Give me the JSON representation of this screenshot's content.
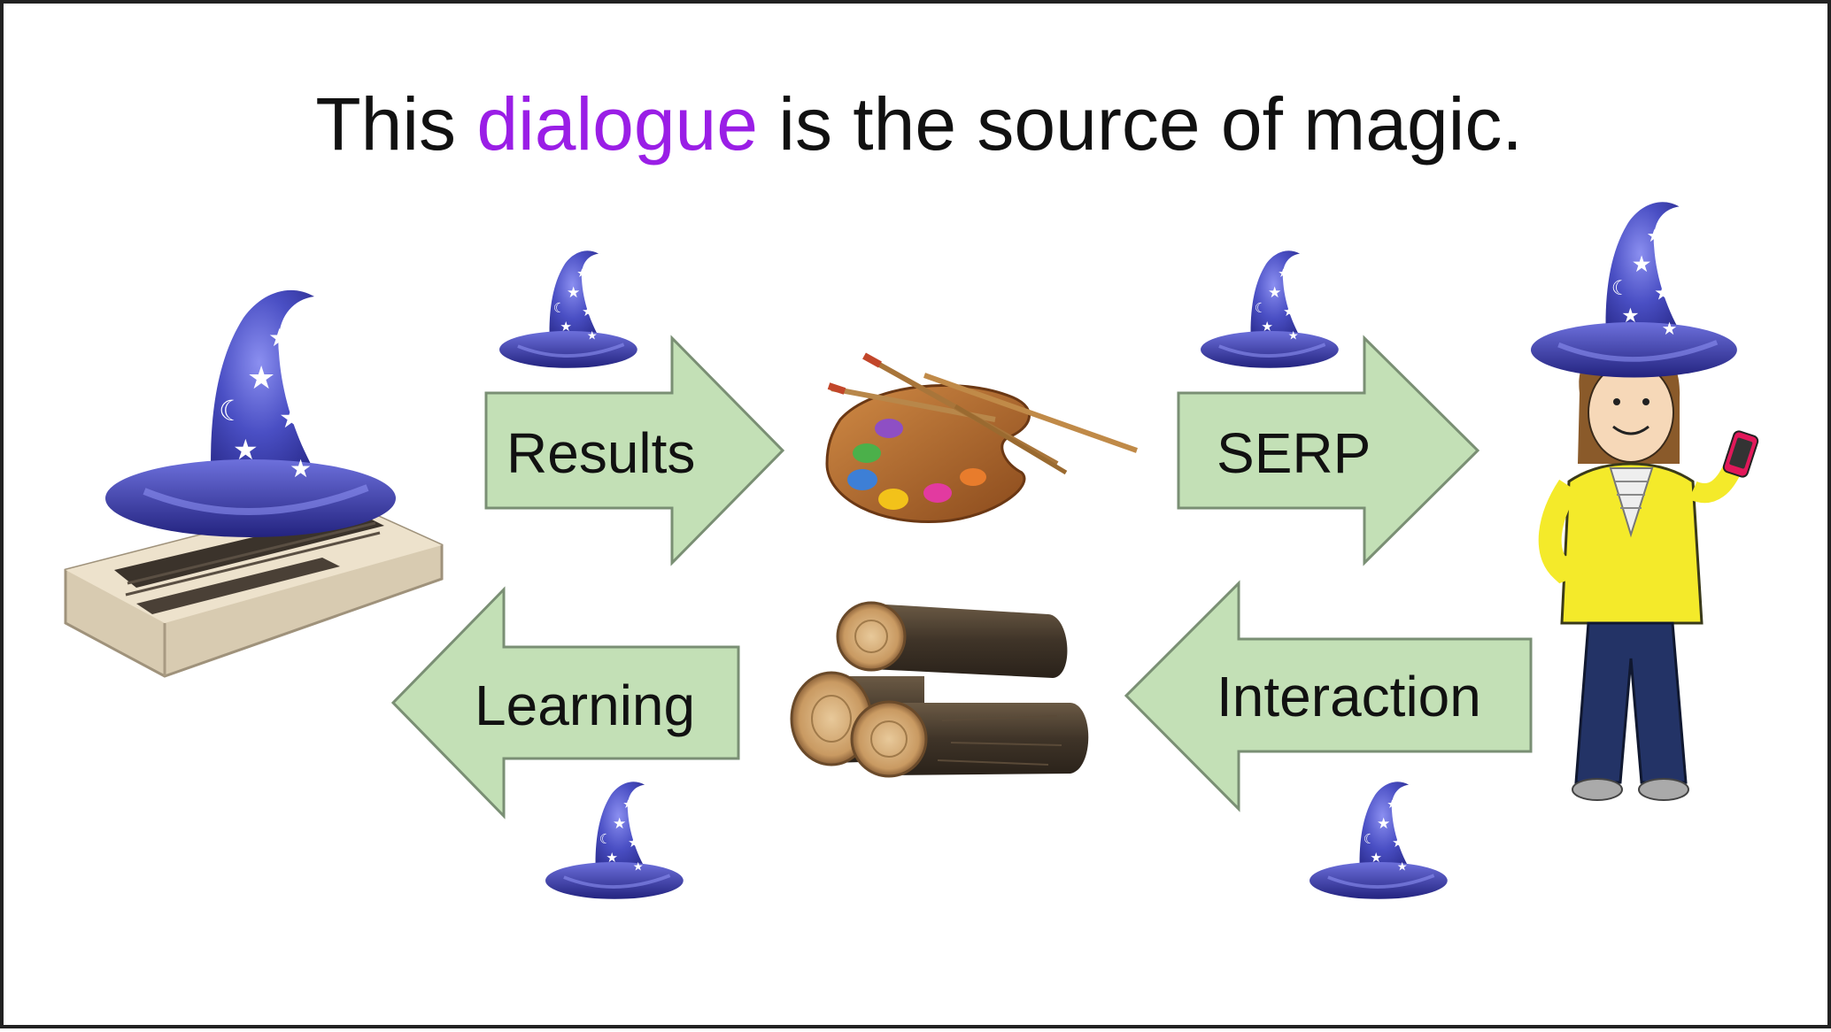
{
  "title": {
    "before": "This ",
    "accent": "dialogue",
    "after": " is the source of magic.",
    "accent_color": "#9a1ee6"
  },
  "arrows": {
    "results": "Results",
    "serp": "SERP",
    "learning": "Learning",
    "interaction": "Interaction",
    "fill_color": "#c3e0b6",
    "stroke_color": "#7a8f74"
  },
  "icons": {
    "wizard_hat": "wizard-hat-icon",
    "computer": "keyboard-computer-icon",
    "palette": "paint-palette-icon",
    "logs": "firewood-logs-icon",
    "person": "girl-with-phone-icon"
  }
}
